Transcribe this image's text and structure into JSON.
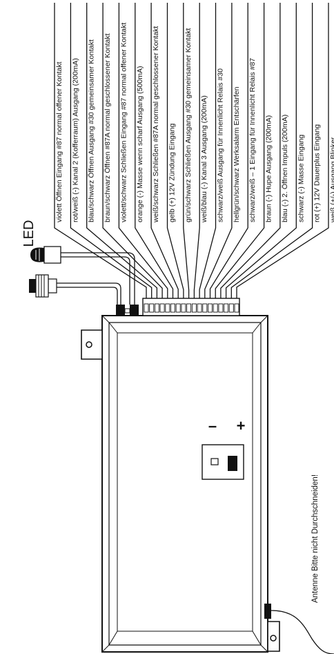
{
  "wires": [
    "violett Öffnen Eingang #87 normal offener Kontakt",
    "rot/weiß (-) Kanal 2 (Kofferraum) Ausgang (200mA)",
    "blau/schwarz Öffnen Ausgang #30 gemeinsamer Kontakt",
    "braun/schwarz Öffnen #87A normal geschlossener Kontakt",
    "violett/schwarz Schließen Eingang #87 normal offener Kontakt",
    "orange (-) Masse wenn scharf Ausgang (500mA)",
    "weiß/schwarz Schließen #87A normal geschlossener Kontakt",
    "gelb (+) 12V Zündung Eingang",
    "grün/schwarz Schließen Ausgang #30 gemeinsamer Kontakt",
    "weiß/blau    (-) Kanal 3 Ausgang (200mA)",
    "schwarz/weiß Ausgang für Innenlicht Relais #30",
    "hellgrün/schwarz Werksalarm Entschärfen",
    "schwarz/weiß – 1 Eingang für Innenlicht Relais #87",
    "braun (-) Hupe Ausgang (200mA)",
    "blau (-) 2. Öffnen Impuls (200mA)",
    "schwarz (-) Masse Eingang",
    "rot  (+) 12V Dauerplus Eingang",
    "weiß (+/-) Ausgang Blinker"
  ],
  "led_label": "LED",
  "antenna_label": "Antenne Bitte nicht Durchschneiden!",
  "minus_sign": "–",
  "plus_sign": "+"
}
